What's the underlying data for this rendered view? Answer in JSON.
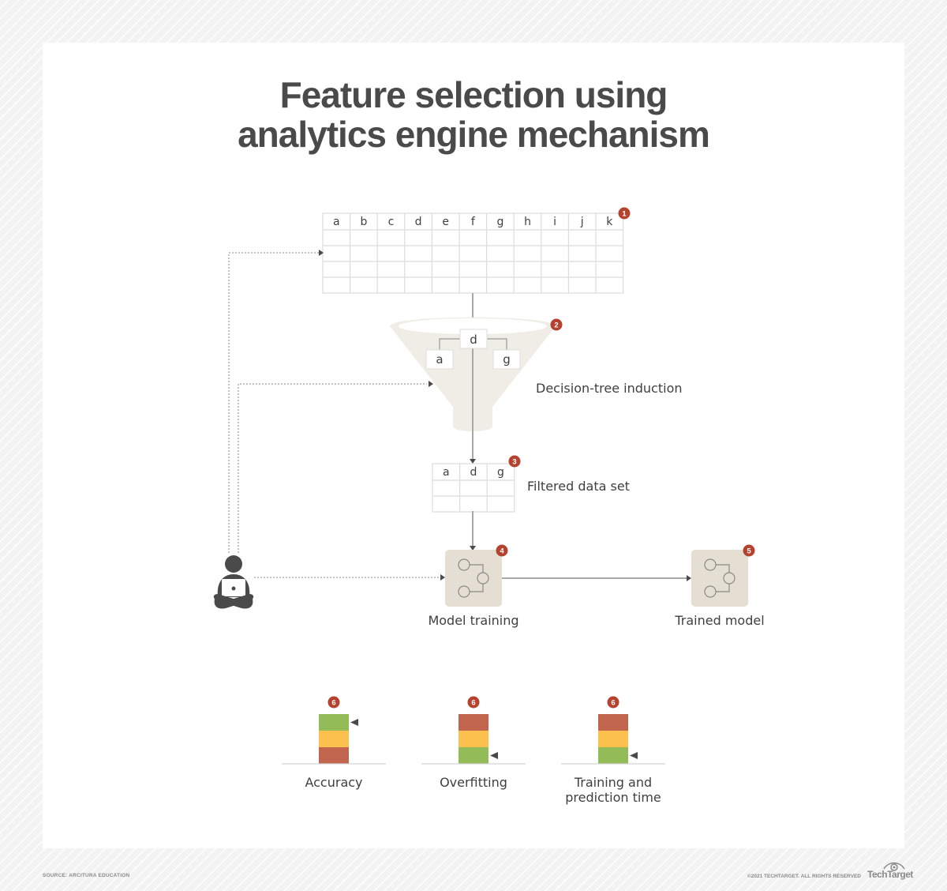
{
  "title": {
    "line1": "Feature selection using",
    "line2": "analytics engine mechanism"
  },
  "source_table": {
    "badge": "1",
    "columns": [
      "a",
      "b",
      "c",
      "d",
      "e",
      "f",
      "g",
      "h",
      "i",
      "j",
      "k"
    ],
    "data_rows": 4
  },
  "funnel": {
    "badge": "2",
    "label": "Decision-tree induction",
    "tree": {
      "root": "d",
      "left": "a",
      "right": "g"
    }
  },
  "filtered_table": {
    "badge": "3",
    "label": "Filtered data set",
    "columns": [
      "a",
      "d",
      "g"
    ],
    "data_rows": 2
  },
  "model_training": {
    "badge": "4",
    "label": "Model training"
  },
  "trained_model": {
    "badge": "5",
    "label": "Trained model"
  },
  "user": {
    "icon": "person-with-laptop-icon"
  },
  "gauges": [
    {
      "badge": "6",
      "label_line1": "Accuracy",
      "label_line2": "",
      "segments_top_to_bottom": [
        "green",
        "yellow",
        "red"
      ],
      "indicator_level": "high"
    },
    {
      "badge": "6",
      "label_line1": "Overfitting",
      "label_line2": "",
      "segments_top_to_bottom": [
        "red",
        "yellow",
        "green"
      ],
      "indicator_level": "low"
    },
    {
      "badge": "6",
      "label_line1": "Training and",
      "label_line2": "prediction time",
      "segments_top_to_bottom": [
        "red",
        "yellow",
        "green"
      ],
      "indicator_level": "low"
    }
  ],
  "colors": {
    "badge": "#b5412f",
    "green": "#93bc58",
    "yellow": "#fcc04e",
    "red": "#c2654f",
    "funnel": "#f0ede6",
    "model_box": "#e4dfd2",
    "text": "#3f3f3f",
    "title": "#4a4a4a"
  },
  "footer": {
    "source": "SOURCE: ARCITURA EDUCATION",
    "copyright": "©2021 TECHTARGET. ALL RIGHTS RESERVED",
    "logo": "TechTarget"
  }
}
